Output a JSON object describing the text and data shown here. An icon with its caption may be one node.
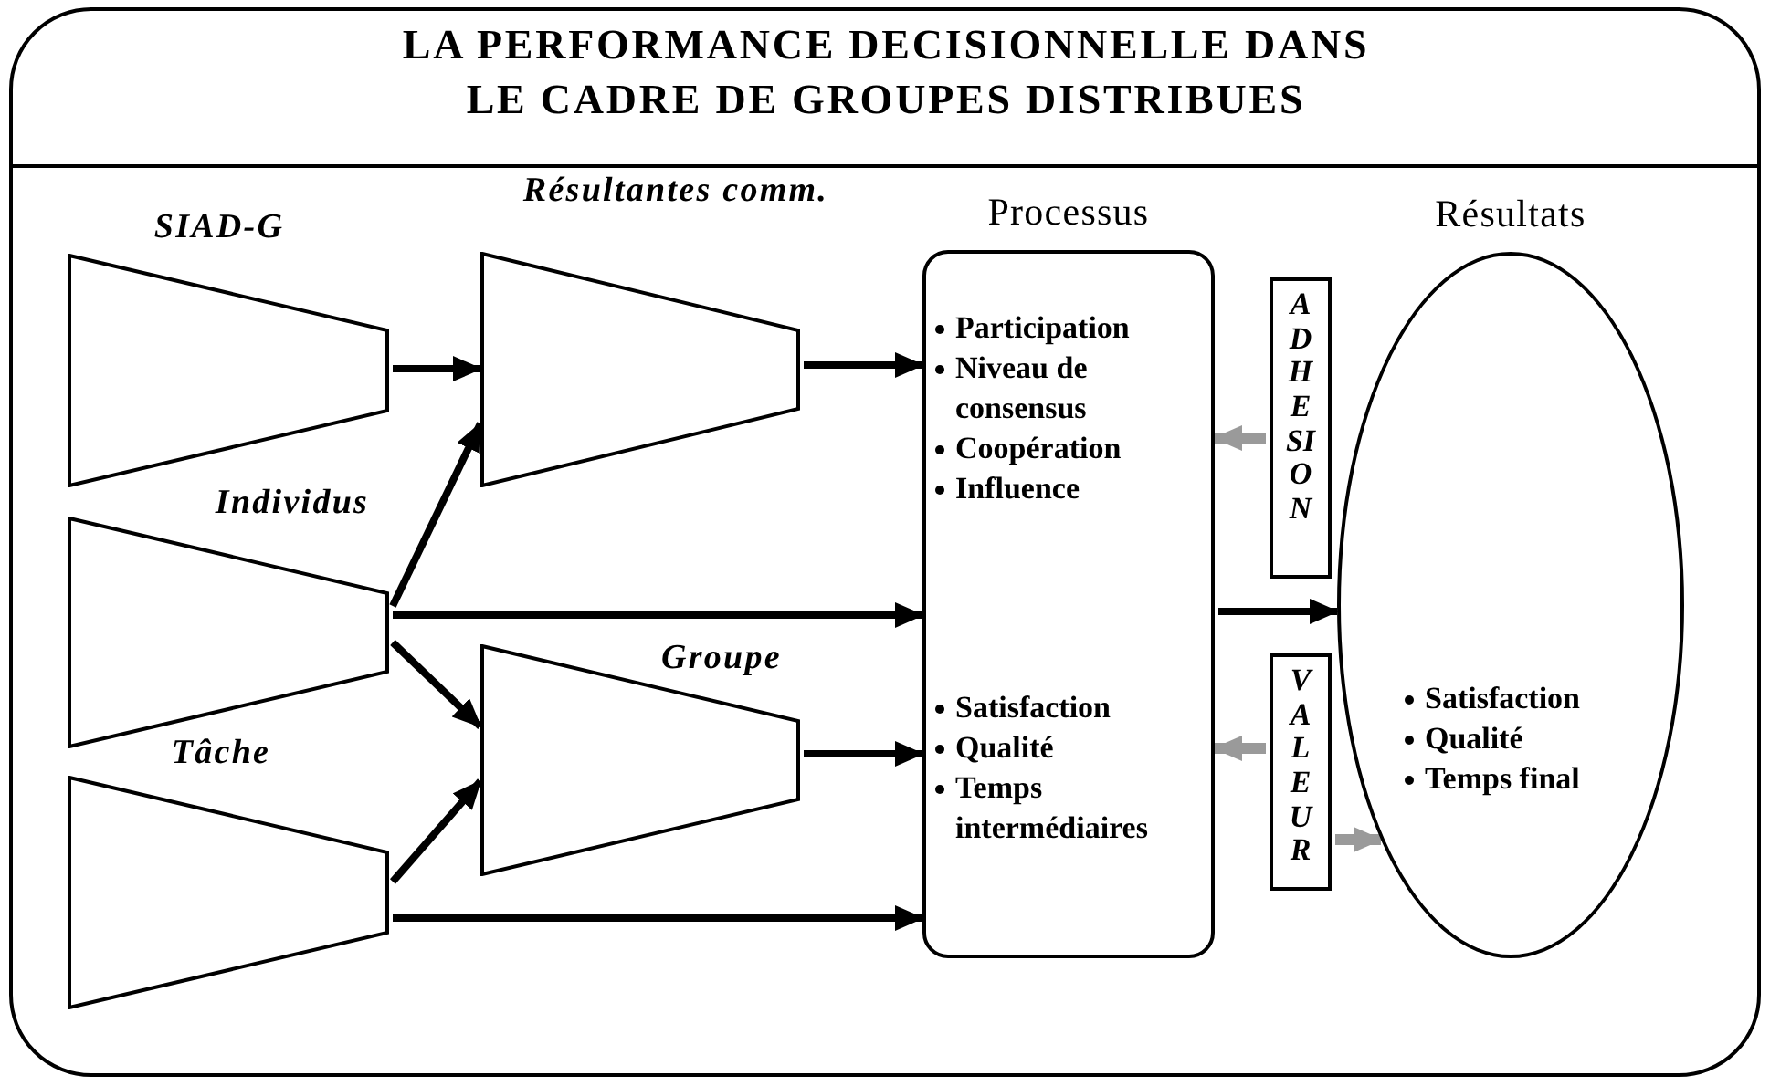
{
  "diagram": {
    "title": "LA PERFORMANCE DECISIONNELLE DANS LE CADRE DE GROUPES DISTRIBUES",
    "nodes": [
      {
        "text": [
          "SIAD-G"
        ]
      },
      {
        "text": [
          "Individus"
        ]
      },
      {
        "text": [
          "Tâche"
        ]
      },
      {
        "text": [
          "Résultantes comm."
        ]
      },
      {
        "text": [
          "Groupe"
        ]
      },
      {
        "text": [
          "Processus",
          "Participation",
          "Niveau de consensus",
          "Coopération",
          "Influence",
          "Satisfaction",
          "Qualité",
          "Temps intermédiaires"
        ]
      },
      {
        "text": [
          "ADHESION"
        ]
      },
      {
        "text": [
          "VALEUR"
        ]
      },
      {
        "text": [
          "Résultats",
          "Satisfaction",
          "Qualité",
          "Temps final"
        ]
      }
    ],
    "edges": [
      {
        "from": 0,
        "to": 3,
        "arrow": "to"
      },
      {
        "from": 1,
        "to": 3,
        "arrow": "to"
      },
      {
        "from": 1,
        "to": 5,
        "arrow": "to"
      },
      {
        "from": 1,
        "to": 4,
        "arrow": "to"
      },
      {
        "from": 2,
        "to": 4,
        "arrow": "to"
      },
      {
        "from": 2,
        "to": 5,
        "arrow": "to"
      },
      {
        "from": 3,
        "to": 5,
        "arrow": "to"
      },
      {
        "from": 4,
        "to": 5,
        "arrow": "to"
      },
      {
        "from": 5,
        "to": 8,
        "arrow": "to"
      },
      {
        "from": 6,
        "to": 5,
        "arrow": "to",
        "color": "#9a9a9a"
      },
      {
        "from": 7,
        "to": 5,
        "arrow": "to",
        "color": "#9a9a9a"
      },
      {
        "from": 7,
        "to": 8,
        "arrow": "to",
        "color": "#9a9a9a"
      }
    ]
  }
}
